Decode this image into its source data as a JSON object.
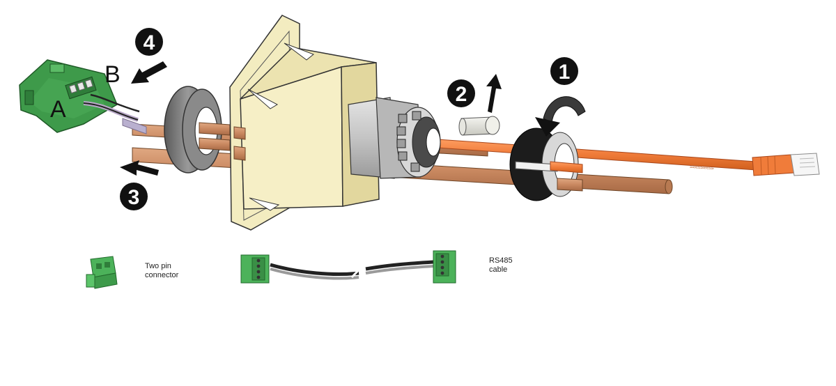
{
  "steps": [
    "1",
    "2",
    "3",
    "4"
  ],
  "terminal_labels": {
    "a": "A",
    "b": "B"
  },
  "captions": {
    "two_pin_line1": "Two pin",
    "two_pin_line2": "connector",
    "rs485_line1": "RS485",
    "rs485_line2": "cable"
  },
  "colors": {
    "housing": "#f3ecc0",
    "pcb": "#3e9a4a",
    "connector": "#4cb25a",
    "copper_cable": "#c98860",
    "ethernet_cable": "#f07c3a",
    "ferrite": "#7d7d7d",
    "gland": "#c9c9c9",
    "nut": "#1c1c1c",
    "step_badge": "#111111"
  }
}
